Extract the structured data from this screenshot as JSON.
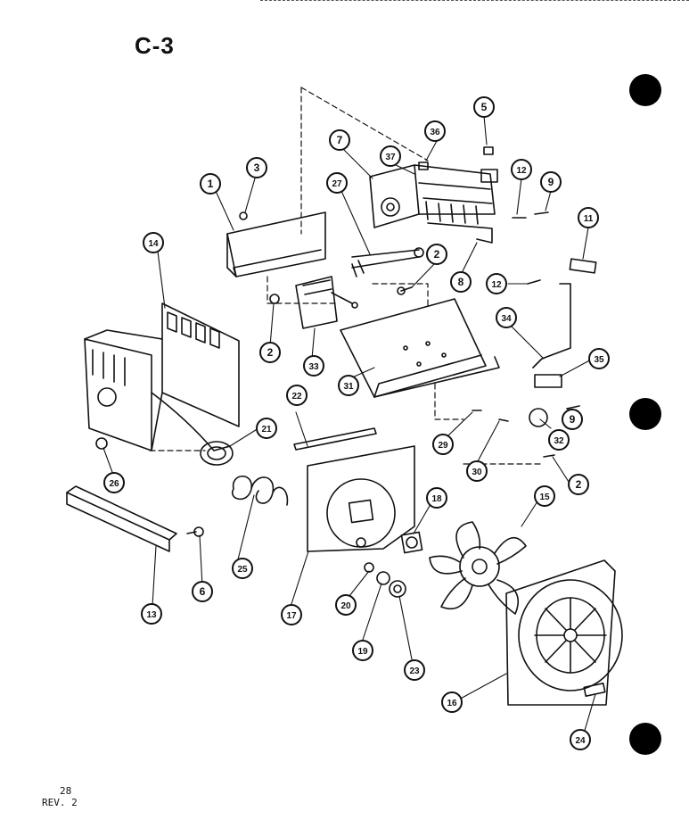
{
  "page": {
    "title": "C-3",
    "page_number": "28",
    "revision": "REV. 2"
  },
  "callouts": [
    {
      "label": "1"
    },
    {
      "label": "3"
    },
    {
      "label": "27"
    },
    {
      "label": "14"
    },
    {
      "label": "2"
    },
    {
      "label": "33"
    },
    {
      "label": "2"
    },
    {
      "label": "7"
    },
    {
      "label": "37"
    },
    {
      "label": "36"
    },
    {
      "label": "5"
    },
    {
      "label": "12"
    },
    {
      "label": "9"
    },
    {
      "label": "11"
    },
    {
      "label": "8"
    },
    {
      "label": "12"
    },
    {
      "label": "34"
    },
    {
      "label": "35"
    },
    {
      "label": "31"
    },
    {
      "label": "22"
    },
    {
      "label": "9"
    },
    {
      "label": "32"
    },
    {
      "label": "29"
    },
    {
      "label": "30"
    },
    {
      "label": "2"
    },
    {
      "label": "21"
    },
    {
      "label": "26"
    },
    {
      "label": "18"
    },
    {
      "label": "15"
    },
    {
      "label": "25"
    },
    {
      "label": "13"
    },
    {
      "label": "6"
    },
    {
      "label": "17"
    },
    {
      "label": "20"
    },
    {
      "label": "19"
    },
    {
      "label": "23"
    },
    {
      "label": "16"
    },
    {
      "label": "24"
    }
  ]
}
